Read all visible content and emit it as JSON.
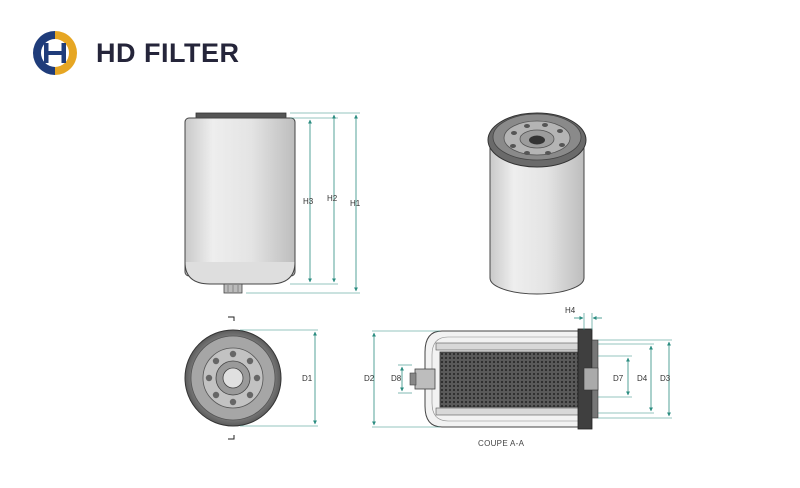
{
  "brand": {
    "name": "HD FILTER",
    "logo_colors": {
      "navy": "#1f3c7a",
      "gold": "#e6a623"
    }
  },
  "dimensions": {
    "h1": "H1",
    "h2": "H2",
    "h3": "H3",
    "h4": "H4",
    "d1": "D1",
    "d2": "D2",
    "d3": "D3",
    "d4": "D4",
    "d7": "D7",
    "d8": "D8"
  },
  "section_caption": "COUPE A-A",
  "colors": {
    "dimension_line": "#2a8c80",
    "outline": "#333333",
    "body_fill": "#e9e9e9"
  }
}
